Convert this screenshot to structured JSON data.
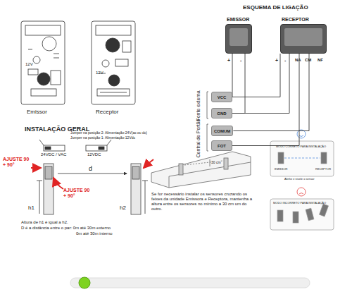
{
  "diagram": {
    "title": "ESQUEMA DE LIGAÇÃO",
    "nodes": [
      {
        "text": [
          "EMISSOR"
        ]
      },
      {
        "text": [
          "RECEPTOR"
        ]
      },
      {
        "text": [
          "VCC"
        ]
      },
      {
        "text": [
          "GND"
        ]
      },
      {
        "text": [
          "COMUM"
        ]
      },
      {
        "text": [
          "FOT"
        ]
      }
    ],
    "edges": [
      {
        "from": 0,
        "to": 2,
        "arrow": "none"
      },
      {
        "from": 0,
        "to": 3,
        "arrow": "none"
      },
      {
        "from": 1,
        "to": 2,
        "arrow": "none"
      },
      {
        "from": 1,
        "to": 3,
        "arrow": "none"
      },
      {
        "from": 1,
        "to": 5,
        "arrow": "none"
      },
      {
        "from": 1,
        "to": 4,
        "arrow": "none"
      }
    ],
    "labels": [
      "Emissor",
      "Receptor",
      "12V",
      "12V",
      "+",
      "-",
      "+",
      "-",
      "NA",
      "CM",
      "NF",
      "Fonte externa",
      "Central de Portão",
      "INSTALAÇÃO GERAL",
      "Jumper na posição 2: Alimentação 24V(ac ou dc)",
      "Jumper na posição 1: Alimentação 12Vdc",
      "24VDC / VAC",
      "12VDC",
      "d",
      "AJUSTE 90 + 90°",
      "AJUSTE 90 + 90°",
      "h1",
      "h2",
      "Altura de h1 é igual a h2.",
      "D é a distância entre o par: 0m até 30m externo",
      "0m até 30m interno",
      "30 cm",
      "Se for necessário instalar os sensores cruzando os feixes da unidade Emissora e Receptora, mantenha a altura entre os sensores no mínimo a 30 cm um do outro.",
      "MODO CORRETO PARA INSTALAÇÃO",
      "EMISSOR",
      "RECEPTOR",
      "Alinhe e nivele o sensor",
      "MODO INCORRETO PARA INSTALAÇÃO"
    ]
  }
}
